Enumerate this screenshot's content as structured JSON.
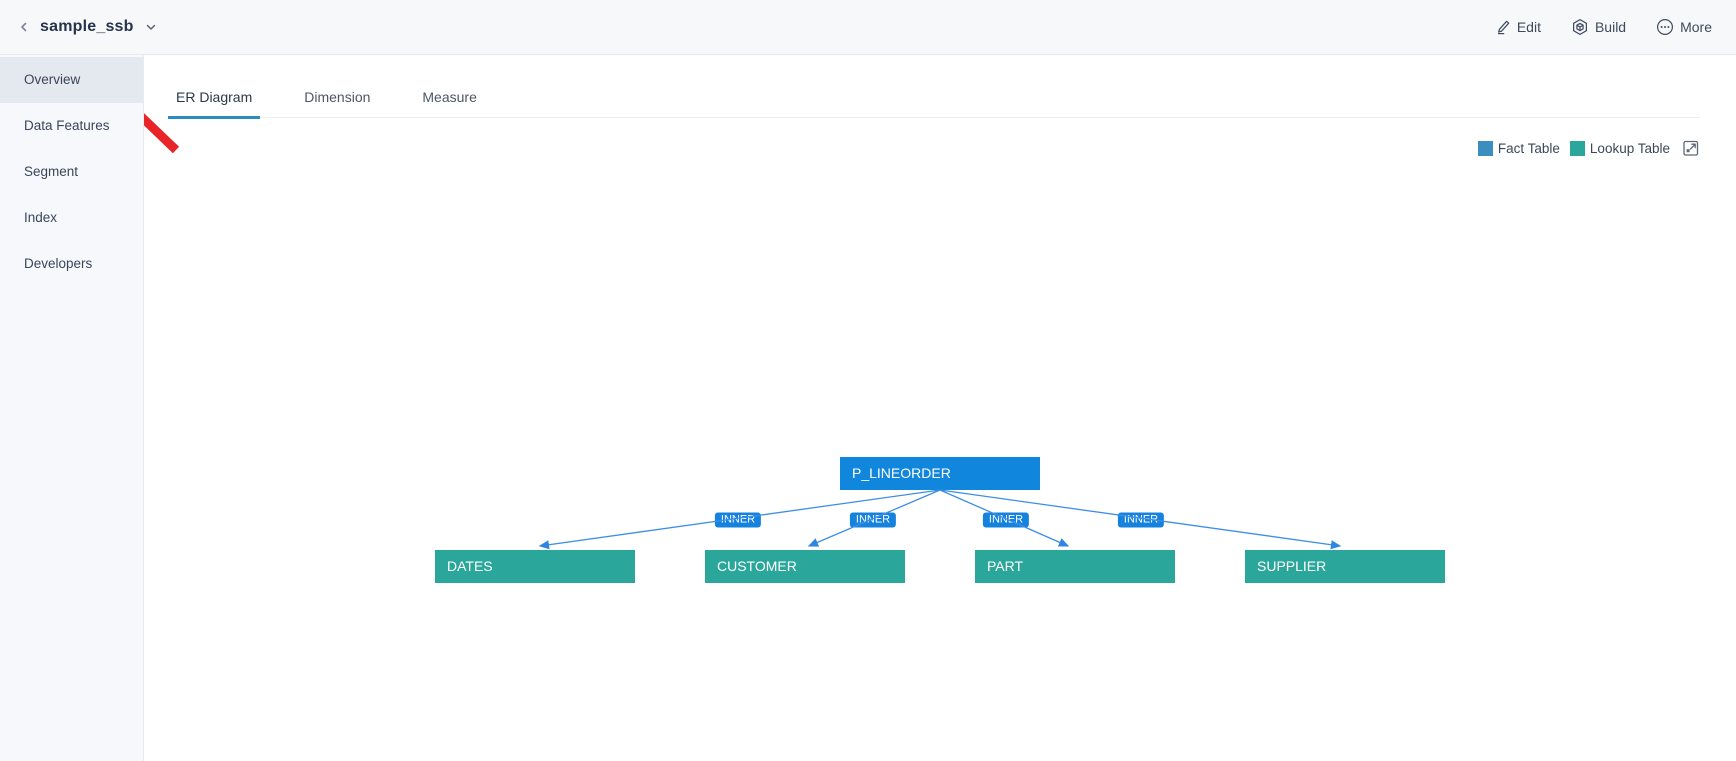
{
  "header": {
    "title": "sample_ssb",
    "actions": [
      {
        "label": "Edit"
      },
      {
        "label": "Build"
      },
      {
        "label": "More"
      }
    ]
  },
  "sidebar": {
    "items": [
      {
        "label": "Overview",
        "selected": true
      },
      {
        "label": "Data Features",
        "selected": false
      },
      {
        "label": "Segment",
        "selected": false
      },
      {
        "label": "Index",
        "selected": false
      },
      {
        "label": "Developers",
        "selected": false
      }
    ]
  },
  "tabs": [
    {
      "label": "ER Diagram",
      "active": true
    },
    {
      "label": "Dimension",
      "active": false
    },
    {
      "label": "Measure",
      "active": false
    }
  ],
  "legend": {
    "fact_label": "Fact Table",
    "lookup_label": "Lookup Table"
  },
  "diagram": {
    "fact_table": {
      "label": "P_LINEORDER"
    },
    "lookup_tables": [
      {
        "label": "DATES"
      },
      {
        "label": "CUSTOMER"
      },
      {
        "label": "PART"
      },
      {
        "label": "SUPPLIER"
      }
    ],
    "joins": [
      {
        "type": "INNER"
      },
      {
        "type": "INNER"
      },
      {
        "type": "INNER"
      },
      {
        "type": "INNER"
      }
    ]
  },
  "colors": {
    "fact_node": "#1186dd",
    "lookup_node": "#2aa69a",
    "legend_fact": "#3d8ec0",
    "legend_lookup": "#2aa69a",
    "join_line": "#3e8ee5",
    "tab_underline": "#2b8cbf",
    "annotation_arrow": "#e8262a",
    "header_bg": "#f7f8fa",
    "sidebar_selected_bg": "#e4e8ef"
  }
}
